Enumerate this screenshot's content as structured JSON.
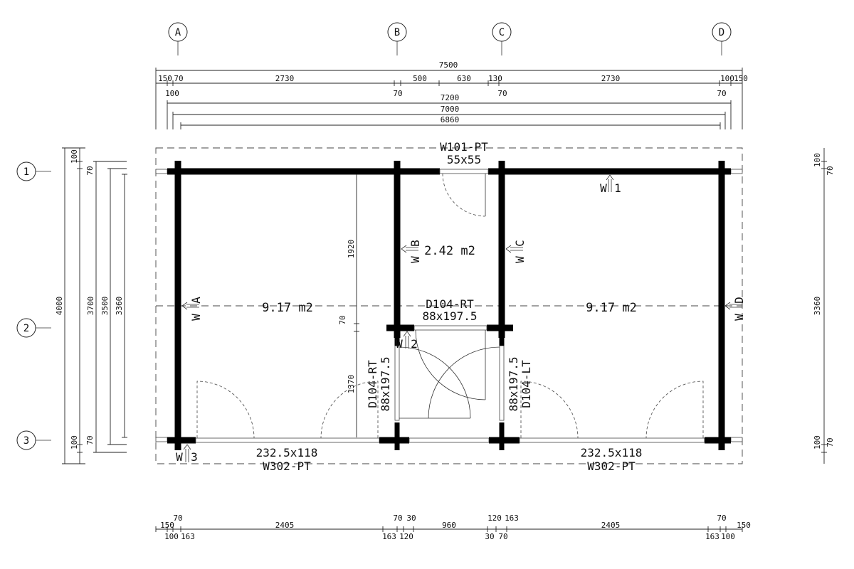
{
  "grid": {
    "columns": [
      "A",
      "B",
      "C",
      "D"
    ],
    "rows": [
      "1",
      "2",
      "3"
    ]
  },
  "dims_top": {
    "overall": "7500",
    "row1": [
      "150",
      "70",
      "2730",
      "500",
      "630",
      "130",
      "2730",
      "100",
      "150"
    ],
    "row2": [
      "100",
      "70",
      "70",
      "70"
    ],
    "d7200": "7200",
    "d7000": "7000",
    "d6860": "6860"
  },
  "dims_bottom": {
    "upper": [
      "150",
      "70",
      "2405",
      "70",
      "30",
      "960",
      "120",
      "163",
      "2405",
      "70",
      "150"
    ],
    "lower": [
      "100",
      "163",
      "163",
      "120",
      "30",
      "70",
      "163",
      "100"
    ]
  },
  "dims_left": {
    "d4000": "4000",
    "d3700": "3700",
    "d3500": "3500",
    "d3360": "3360",
    "top": [
      "100",
      "70"
    ],
    "bottom": [
      "100",
      "70"
    ]
  },
  "dims_right": {
    "top": [
      "100",
      "70"
    ],
    "mid": "3360",
    "bottom": [
      "100",
      "70"
    ]
  },
  "dims_inner": {
    "d1920": "1920",
    "d70": "70",
    "d1370": "1370"
  },
  "rooms": {
    "left_area": "9.17 m2",
    "middle_area": "2.42 m2",
    "right_area": "9.17 m2"
  },
  "openings": {
    "top_window": {
      "code": "W101-PT",
      "size": "55x55"
    },
    "inner_door": {
      "code": "D104-RT",
      "size": "88x197.5"
    },
    "door_left": {
      "size": "88x197.5",
      "code": "D104-RT"
    },
    "door_right": {
      "size": "88x197.5",
      "code": "D104-LT"
    },
    "bottom_left_window": {
      "size": "232.5x118",
      "code": "W302-PT"
    },
    "bottom_right_window": {
      "size": "232.5x118",
      "code": "W302-PT"
    }
  },
  "wall_marks": {
    "w1": {
      "w": "W",
      "id": "1"
    },
    "w2": {
      "w": "W",
      "id": "2"
    },
    "w3": {
      "w": "W",
      "id": "3"
    },
    "wa": {
      "w": "W",
      "id": "A"
    },
    "wb": {
      "w": "W",
      "id": "B"
    },
    "wc": {
      "w": "W",
      "id": "C"
    },
    "wd": {
      "w": "W",
      "id": "D"
    }
  }
}
